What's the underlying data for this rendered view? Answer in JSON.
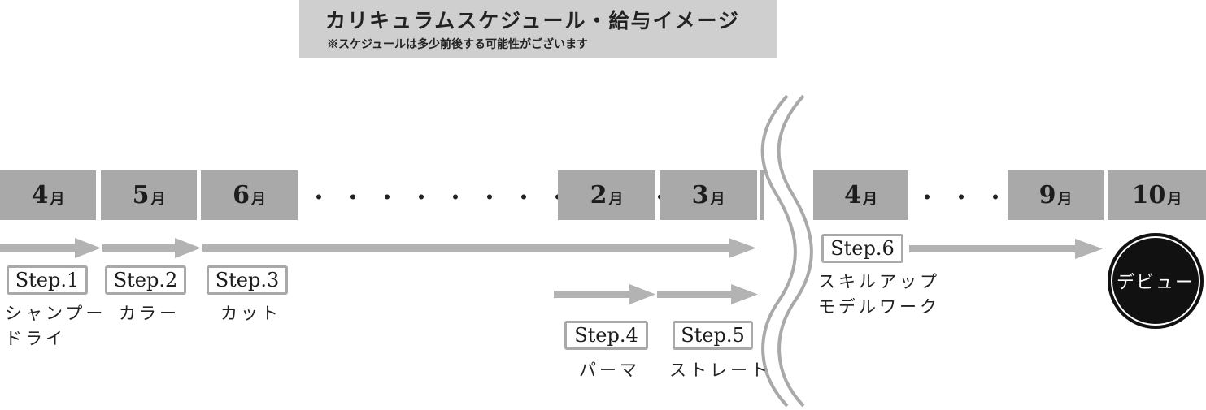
{
  "title": {
    "main": "カリキュラムスケジュール・給与イメージ",
    "note": "※スケジュールは多少前後する可能性がございます"
  },
  "months": [
    {
      "num": "4",
      "unit": "月"
    },
    {
      "num": "5",
      "unit": "月"
    },
    {
      "num": "6",
      "unit": "月"
    },
    {
      "num": "2",
      "unit": "月"
    },
    {
      "num": "3",
      "unit": "月"
    },
    {
      "num": "4",
      "unit": "月"
    },
    {
      "num": "9",
      "unit": "月"
    },
    {
      "num": "10",
      "unit": "月"
    }
  ],
  "dots": {
    "long": "・・・・・・・・・・・・・",
    "short": "・・・・"
  },
  "steps": [
    {
      "label": "Step.1",
      "desc_line1": "シャンプー",
      "desc_line2": "ドライ"
    },
    {
      "label": "Step.2",
      "desc_line1": "カラー",
      "desc_line2": ""
    },
    {
      "label": "Step.3",
      "desc_line1": "カット",
      "desc_line2": ""
    },
    {
      "label": "Step.4",
      "desc_line1": "パーマ",
      "desc_line2": ""
    },
    {
      "label": "Step.5",
      "desc_line1": "ストレート",
      "desc_line2": ""
    },
    {
      "label": "Step.6",
      "desc_line1": "スキルアップ",
      "desc_line2": "モデルワーク"
    }
  ],
  "debut": "デビュー",
  "colors": {
    "banner": "#cfcfcf",
    "month_box": "#a9a9a9",
    "arrow": "#b3b3b3",
    "debut_circle": "#111111"
  }
}
